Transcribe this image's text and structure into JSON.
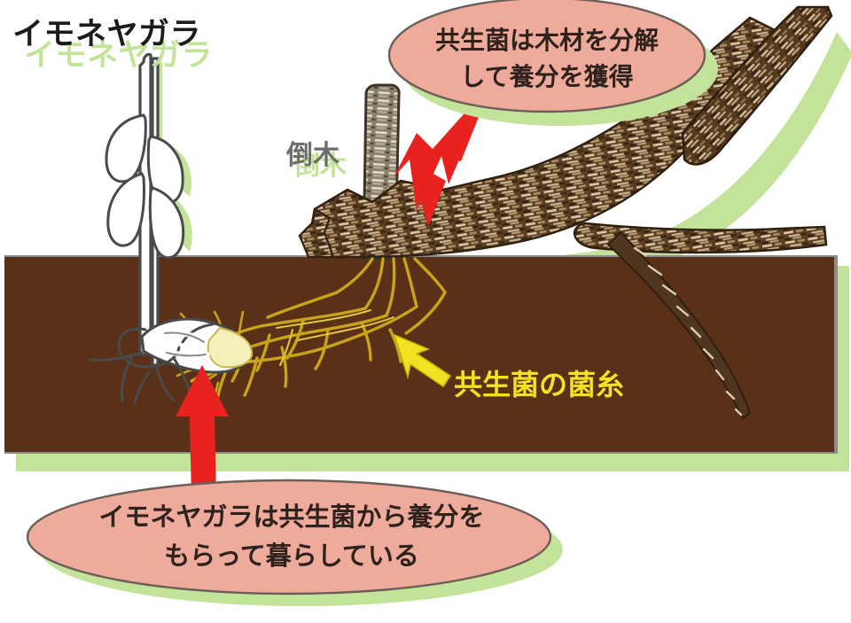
{
  "figure": {
    "title": "イモネヤガラ",
    "title_shadow": "イモネヤガラ",
    "alt_description": "イモネヤガラと共生菌・倒木の関係を示す図解"
  },
  "labels": {
    "fallen_log": "倒木",
    "fallen_log_shadow": "倒木",
    "mycelium": "共生菌の菌糸"
  },
  "callouts": {
    "top": {
      "line1": "共生菌は木材を分解",
      "line2": "して養分を獲得",
      "text": "共生菌は木材を分解\nして養分を獲得"
    },
    "bottom": {
      "line1": "イモネヤガラは共生菌から養分を",
      "line2": "もらって暮らしている",
      "text": "イモネヤガラは共生菌から養分を\nもらって暮らしている"
    }
  },
  "colors": {
    "background": "#ffffff",
    "soil": "#5a3118",
    "soil_edge": "#8d8d8d",
    "green_shadow": "#c3e39a",
    "callout_fill": "#eeaa9b",
    "callout_stroke": "#6b5f58",
    "arrow_red": "#e8231f",
    "arrow_yellow": "#f2e222",
    "mycelium": "#c9a419",
    "mycelium_light": "#e4c73a",
    "wood_dark": "#4b3220",
    "wood_mid": "#6d4c2c",
    "wood_light": "#d8c7a8",
    "plant_outline": "#4a4a4a",
    "plant_fill": "#ffffff",
    "title_text": "#1b1b1b",
    "label_gray": "#6d6d6d"
  },
  "arrows": {
    "top_red": {
      "name": "red-arrow-to-log",
      "direction": "down-left",
      "points_to": "倒木"
    },
    "bottom_red": {
      "name": "red-arrow-to-tuber",
      "direction": "up",
      "points_to": "イモネヤガラの地下部"
    },
    "mycelium_yellow": {
      "name": "yellow-arrow-to-mycelium",
      "direction": "up-left",
      "points_to": "共生菌の菌糸"
    }
  },
  "scene": {
    "plant": "イモネヤガラ(地上茎と葉)",
    "tuber": "地下の塊茎",
    "log": "倒木(木材)",
    "soil": "土壌断面"
  }
}
